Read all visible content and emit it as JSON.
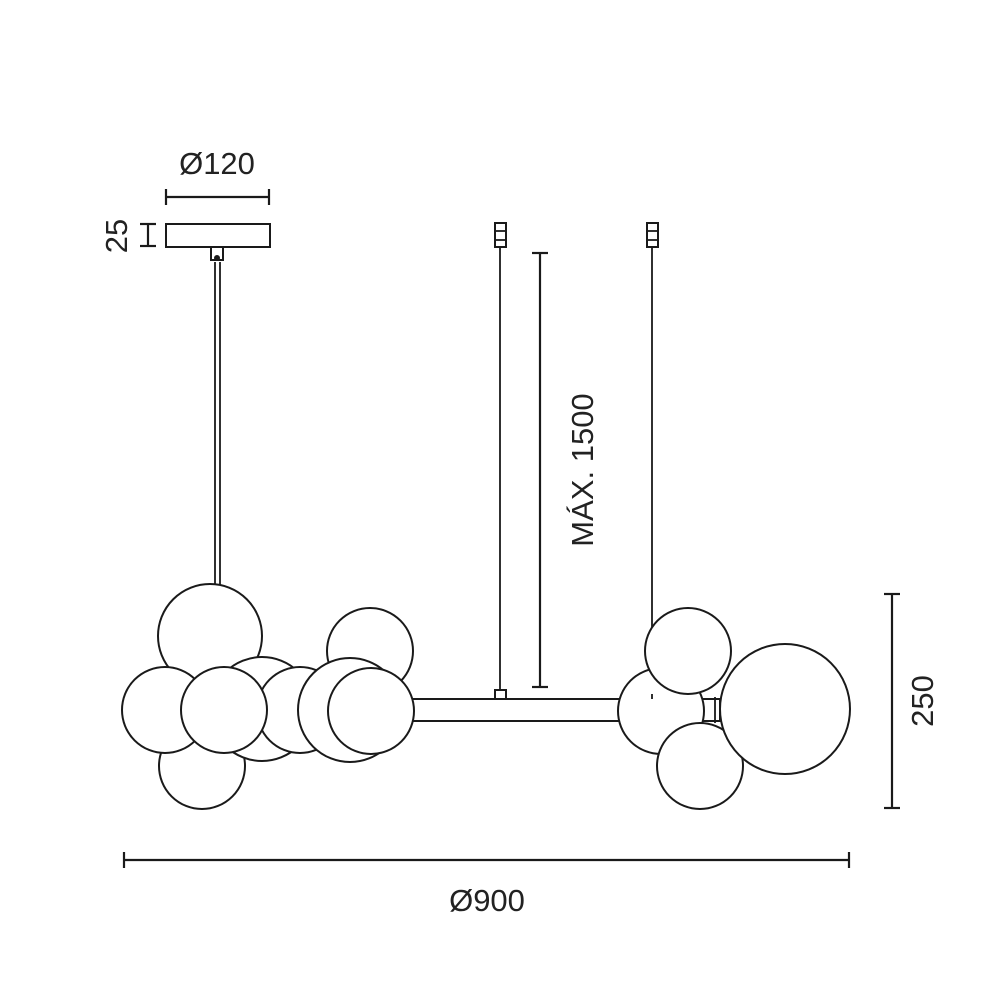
{
  "dimensions": {
    "canopy_diameter": "Ø120",
    "canopy_height": "25",
    "max_cable_length": "MÁX. 1500",
    "fixture_height": "250",
    "overall_width": "Ø900"
  },
  "colors": {
    "line": "#1a1a1a",
    "text": "#222222",
    "background": "#ffffff"
  }
}
